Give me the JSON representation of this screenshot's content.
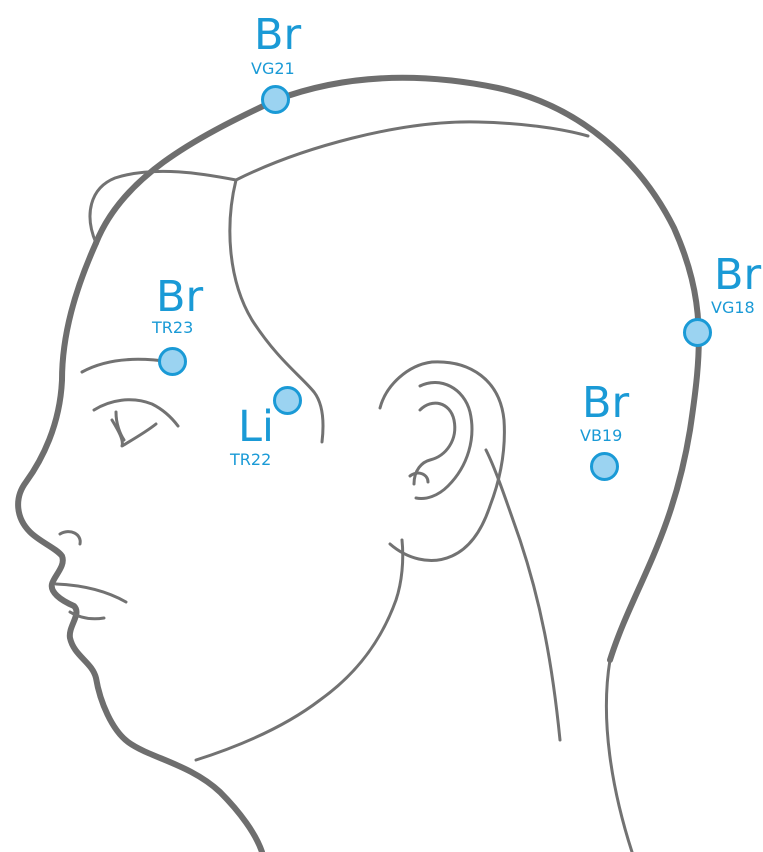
{
  "diagram": {
    "points": [
      {
        "system": "Br",
        "code": "VG21"
      },
      {
        "system": "Br",
        "code": "TR23"
      },
      {
        "system": "Li",
        "code": "TR22"
      },
      {
        "system": "Br",
        "code": "VG18"
      },
      {
        "system": "Br",
        "code": "VB19"
      }
    ],
    "colors": {
      "marker_fill": "#9bd3f1",
      "marker_stroke": "#1a9ad6",
      "label": "#1a9ad6",
      "outline": "#727272"
    }
  }
}
